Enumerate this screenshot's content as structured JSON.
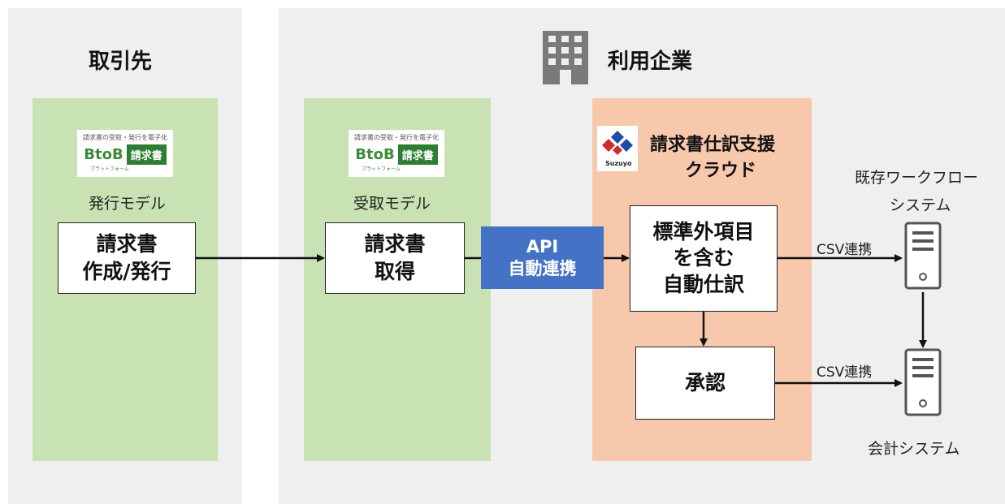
{
  "left_panel": {
    "title": "取引先",
    "logo": {
      "tagline": "請求書の受取・発行を電子化",
      "brand": "BtoB",
      "brand_sub": "プラットフォーム",
      "badge": "請求書"
    },
    "model_label": "発行モデル",
    "box": "請求書\n作成/発行"
  },
  "right_panel": {
    "title": "利用企業",
    "building_icon": "building-icon"
  },
  "receive_column": {
    "logo": {
      "tagline": "請求書の受取・発行を電子化",
      "brand": "BtoB",
      "brand_sub": "プラットフォーム",
      "badge": "請求書"
    },
    "model_label": "受取モデル",
    "box": "請求書\n取得"
  },
  "api_box": {
    "line1": "API",
    "line2": "自動連携",
    "color": "#4472c4"
  },
  "cloud": {
    "brand": "Suzuyo",
    "title_line1": "請求書仕訳支援",
    "title_line2": "クラウド",
    "auto_box": "標準外項目\nを含む\n自動仕訳",
    "approve_box": "承認"
  },
  "systems": {
    "workflow_label_line1": "既存ワークフロー",
    "workflow_label_line2": "システム",
    "accounting_label": "会計システム",
    "csv_label_1": "CSV連携",
    "csv_label_2": "CSV連携"
  },
  "colors": {
    "green": "#c9e2b3",
    "salmon": "#f8c8ad",
    "gray": "#efefef",
    "api_blue": "#4472c4"
  }
}
